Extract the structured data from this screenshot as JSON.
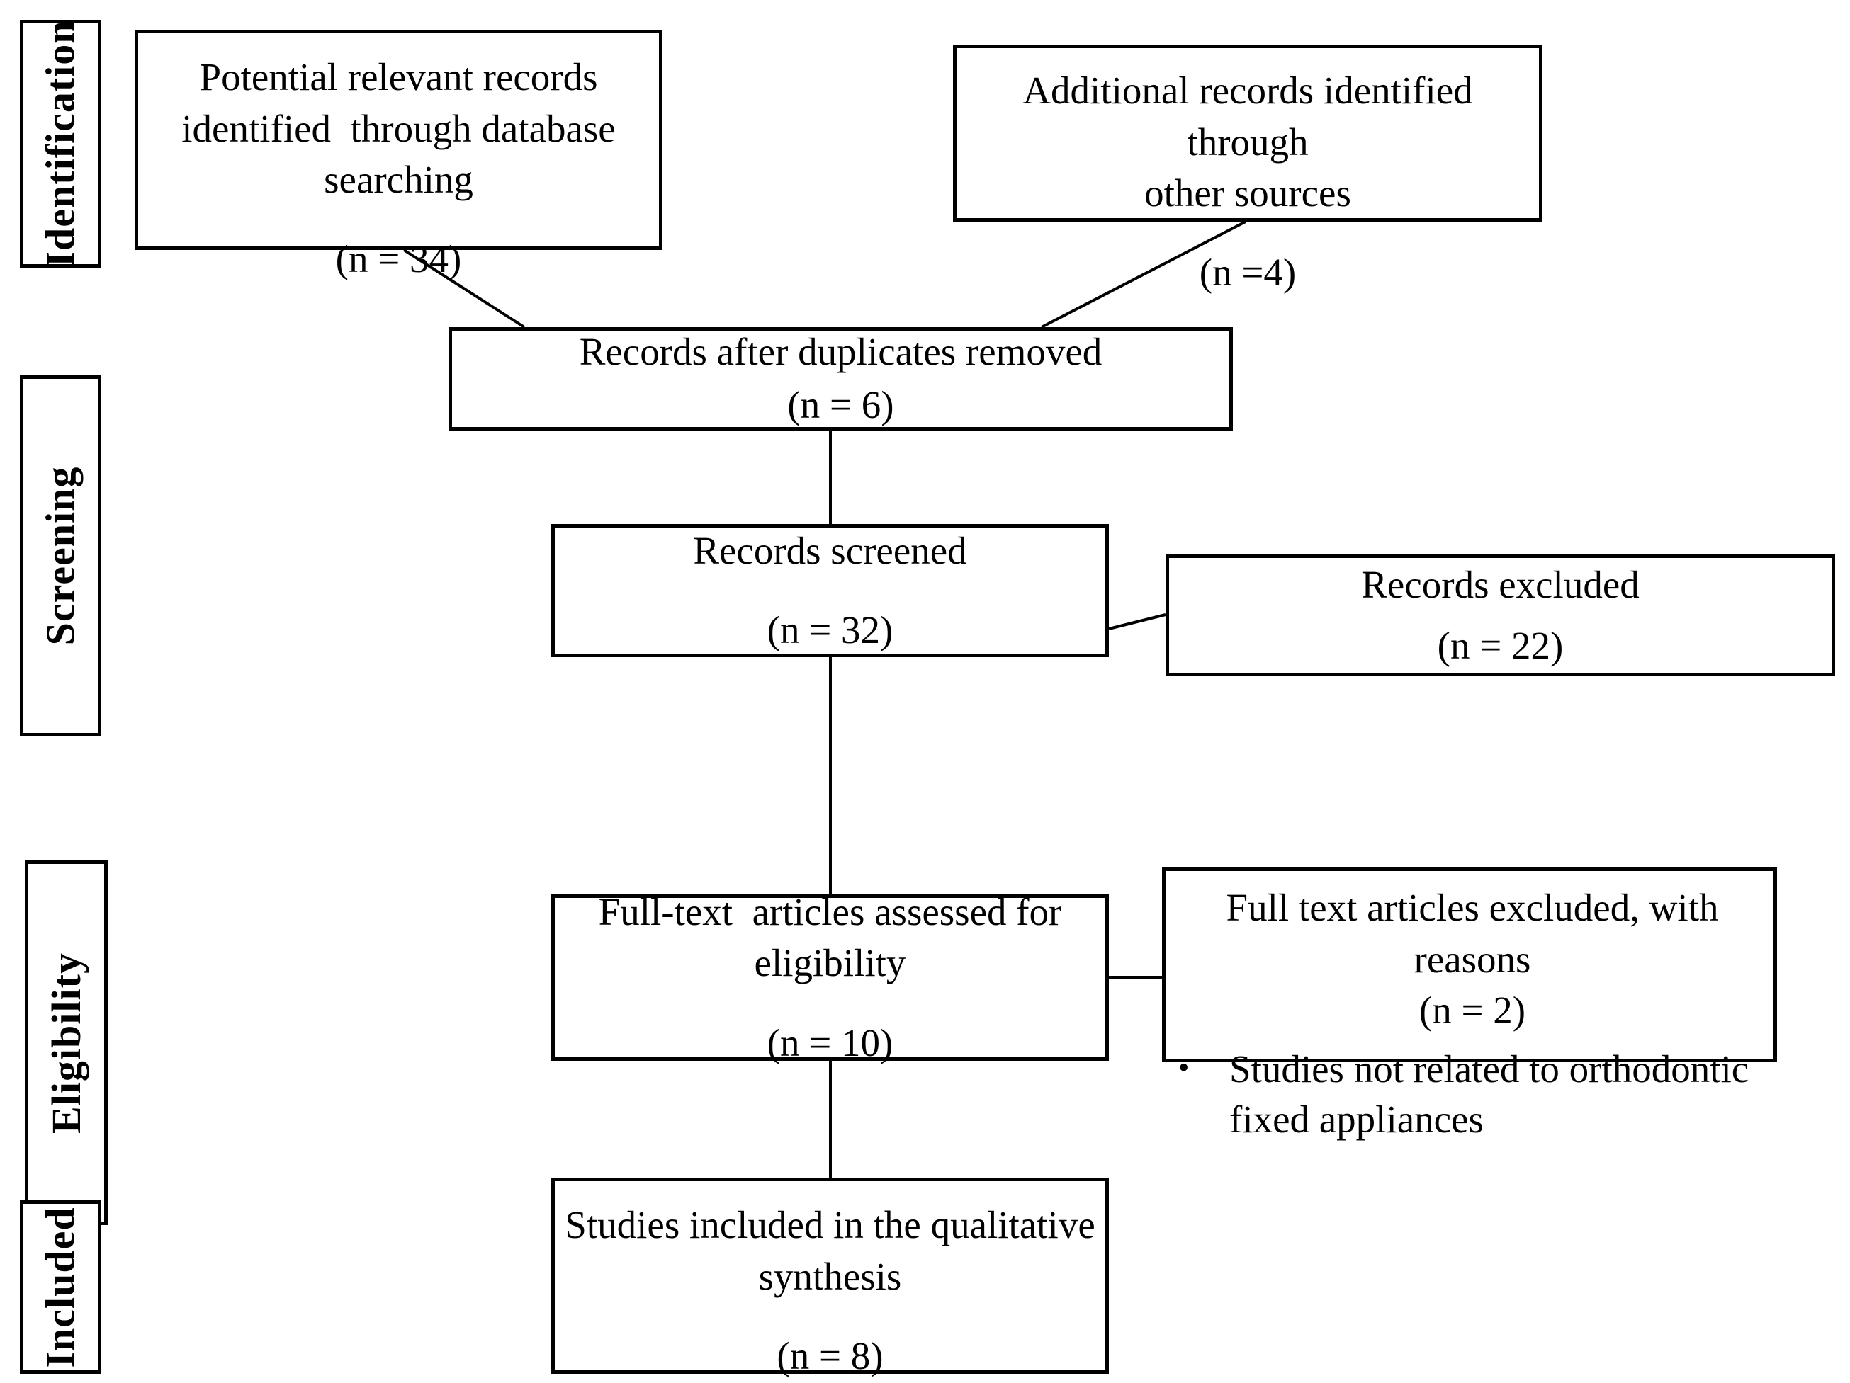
{
  "diagram": {
    "title": "PRISMA flow diagram",
    "stages": [
      {
        "id": "identification",
        "label": "Identification"
      },
      {
        "id": "screening",
        "label": "Screening"
      },
      {
        "id": "eligibility",
        "label": "Eligibility"
      },
      {
        "id": "included",
        "label": "Included"
      }
    ],
    "nodes": {
      "database_records": {
        "line1": "Potential relevant records",
        "line2": "identified  through database",
        "line3": "searching",
        "count": "(n = 34)"
      },
      "other_records": {
        "line1": "Additional records identified  through",
        "line2": "other sources",
        "count": "(n =4)"
      },
      "after_duplicates": {
        "line1": "Records after duplicates removed",
        "count": "(n = 6)"
      },
      "records_screened": {
        "line1": "Records screened",
        "count": "(n = 32)"
      },
      "records_excluded": {
        "line1": "Records excluded",
        "count": "(n = 22)"
      },
      "fulltext_assessed": {
        "line1": "Full-text  articles assessed for",
        "line2": "eligibility",
        "count": "(n = 10)"
      },
      "fulltext_excluded": {
        "header": "Full text articles excluded, with reasons",
        "count": "(n = 2)",
        "bullet_marker": "•",
        "reasons": [
          "Studies not related to orthodontic fixed appliances"
        ]
      },
      "studies_included": {
        "line1": "Studies included in the qualitative",
        "line2": "synthesis",
        "count": "(n = 8)"
      }
    },
    "colors": {
      "line": "#000000",
      "box_border": "#000000",
      "background": "#ffffff",
      "text": "#000000"
    }
  }
}
